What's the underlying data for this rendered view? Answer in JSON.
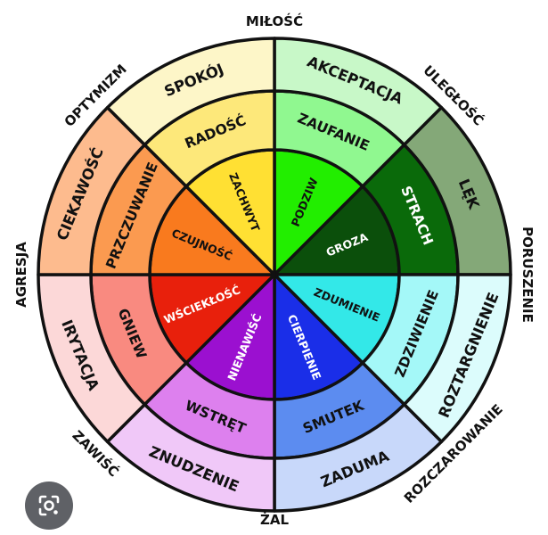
{
  "diagram": {
    "title": "Plutchik wheel of emotions",
    "sectors": [
      {
        "inner": "PODZIW",
        "middle": "ZAUFANIE",
        "outer": "AKCEPTACJA",
        "colors": [
          "#22ee00",
          "#90f890",
          "#c8f8c8"
        ],
        "inner_text": "#111111",
        "middle_text": "#111111"
      },
      {
        "inner": "GROZA",
        "middle": "STRACH",
        "outer": "LĘK",
        "colors": [
          "#0b4f0b",
          "#0a6a0a",
          "#84a878"
        ],
        "inner_text": "#ffffff",
        "middle_text": "#ffffff"
      },
      {
        "inner": "ZDUMIENIE",
        "middle": "ZDZIWIENIE",
        "outer": "ROZTARGNIENIE",
        "colors": [
          "#33e8e8",
          "#a4f8f8",
          "#dcfcfc"
        ],
        "inner_text": "#111111",
        "middle_text": "#111111"
      },
      {
        "inner": "CIERPIENIE",
        "middle": "SMUTEK",
        "outer": "ZADUMA",
        "colors": [
          "#1a2ee8",
          "#5c8cf0",
          "#c8d8fa"
        ],
        "inner_text": "#ffffff",
        "middle_text": "#111111"
      },
      {
        "inner": "NIENAWIŚĆ",
        "middle": "WSTRĘT",
        "outer": "ZNUDZENIE",
        "colors": [
          "#9b10d0",
          "#dd80ee",
          "#f0c8f8"
        ],
        "inner_text": "#ffffff",
        "middle_text": "#111111"
      },
      {
        "inner": "WŚCIEKŁOŚĆ",
        "middle": "GNIEW",
        "outer": "IRYTACJA",
        "colors": [
          "#e8200c",
          "#f98a80",
          "#fcd8d8"
        ],
        "inner_text": "#ffffff",
        "middle_text": "#111111"
      },
      {
        "inner": "CZUJNOŚĆ",
        "middle": "PRZCZUWANIE",
        "outer": "CIEKAWOŚĆ",
        "colors": [
          "#f97a1e",
          "#fb9a50",
          "#fdbb8e"
        ],
        "inner_text": "#111111",
        "middle_text": "#111111"
      },
      {
        "inner": "ZACHWYT",
        "middle": "RADOŚĆ",
        "outer": "SPOKÓJ",
        "colors": [
          "#ffe033",
          "#fde87a",
          "#fdf6c8"
        ],
        "inner_text": "#111111",
        "middle_text": "#111111"
      }
    ],
    "dyads": [
      "MIŁOŚĆ",
      "ULEGŁOŚĆ",
      "PORUSZENIE",
      "ROZCZAROWANIE",
      "ŻAL",
      "ZAWIŚĆ",
      "AGRESJA",
      "OPTYMIZM"
    ]
  },
  "overlay": {
    "lens_icon": "google-lens-icon"
  }
}
